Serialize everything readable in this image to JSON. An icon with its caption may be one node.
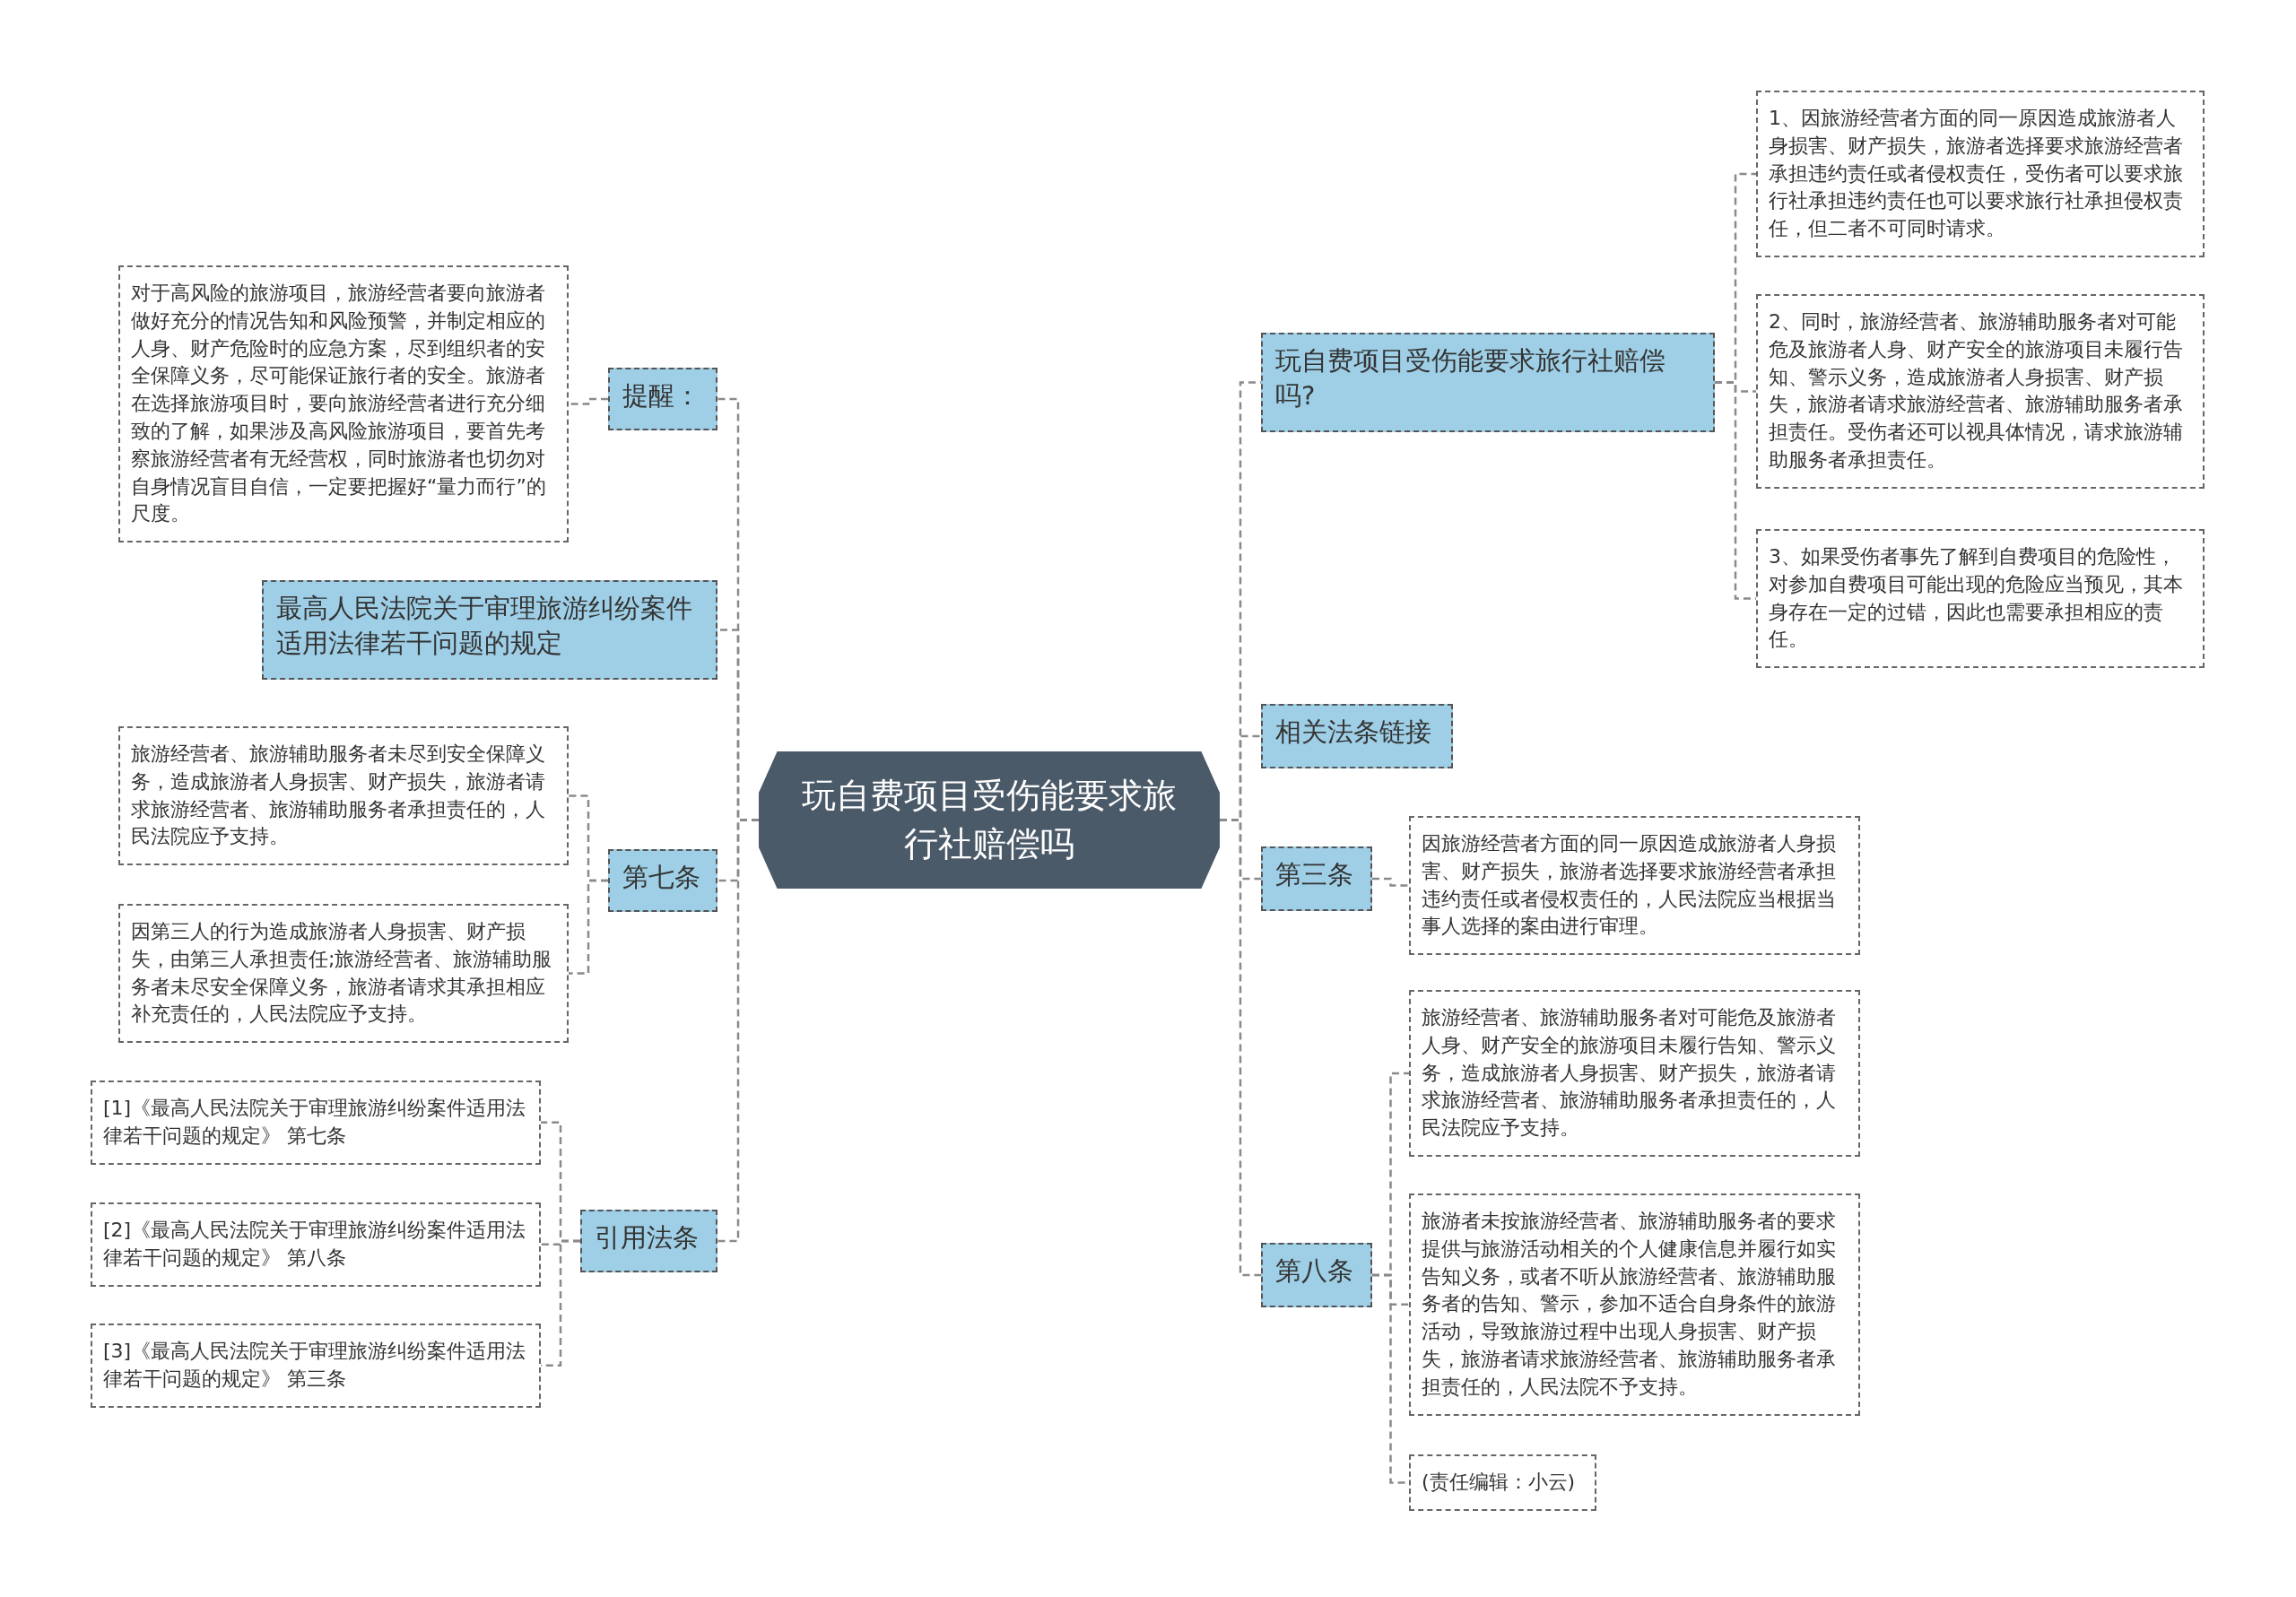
{
  "diagram": {
    "nodes": [
      {
        "text": [
          "玩自费项目受伤能要求旅行社赔偿吗"
        ]
      },
      {
        "text": [
          "提醒："
        ]
      },
      {
        "text": [
          "对于高风险的旅游项目，旅游经营者要向旅游者做好充分的情况告知和风险预警，并制定相应的人身、财产危险时的应急方案，尽到组织者的安全保障义务，尽可能保证旅行者的安全。旅游者在选择旅游项目时，要向旅游经营者进行充分细致的了解，如果涉及高风险旅游项目，要首先考察旅游经营者有无经营权，同时旅游者也切勿对自身情况盲目自信，一定要把握好“量力而行”的尺度。"
        ]
      },
      {
        "text": [
          "最高人民法院关于审理旅游纠纷案件适用法律若干问题的规定"
        ]
      },
      {
        "text": [
          "第七条"
        ]
      },
      {
        "text": [
          "旅游经营者、旅游辅助服务者未尽到安全保障义务，造成旅游者人身损害、财产损失，旅游者请求旅游经营者、旅游辅助服务者承担责任的，人民法院应予支持。"
        ]
      },
      {
        "text": [
          "因第三人的行为造成旅游者人身损害、财产损失，由第三人承担责任;旅游经营者、旅游辅助服务者未尽安全保障义务，旅游者请求其承担相应补充责任的，人民法院应予支持。"
        ]
      },
      {
        "text": [
          "引用法条"
        ]
      },
      {
        "text": [
          "[1]《最高人民法院关于审理旅游纠纷案件适用法律若干问题的规定》 第七条"
        ]
      },
      {
        "text": [
          "[2]《最高人民法院关于审理旅游纠纷案件适用法律若干问题的规定》 第八条"
        ]
      },
      {
        "text": [
          "[3]《最高人民法院关于审理旅游纠纷案件适用法律若干问题的规定》 第三条"
        ]
      },
      {
        "text": [
          "玩自费项目受伤能要求旅行社赔偿吗?"
        ]
      },
      {
        "text": [
          "1、因旅游经营者方面的同一原因造成旅游者人身损害、财产损失，旅游者选择要求旅游经营者承担违约责任或者侵权责任，受伤者可以要求旅行社承担违约责任也可以要求旅行社承担侵权责任，但二者不可同时请求。"
        ]
      },
      {
        "text": [
          "2、同时，旅游经营者、旅游辅助服务者对可能危及旅游者人身、财产安全的旅游项目未履行告知、警示义务，造成旅游者人身损害、财产损失，旅游者请求旅游经营者、旅游辅助服务者承担责任。受伤者还可以视具体情况，请求旅游辅助服务者承担责任。"
        ]
      },
      {
        "text": [
          "3、如果受伤者事先了解到自费项目的危险性，对参加自费项目可能出现的危险应当预见，其本身存在一定的过错，因此也需要承担相应的责任。"
        ]
      },
      {
        "text": [
          "相关法条链接"
        ]
      },
      {
        "text": [
          "第三条"
        ]
      },
      {
        "text": [
          "因旅游经营者方面的同一原因造成旅游者人身损害、财产损失，旅游者选择要求旅游经营者承担违约责任或者侵权责任的，人民法院应当根据当事人选择的案由进行审理。"
        ]
      },
      {
        "text": [
          "第八条"
        ]
      },
      {
        "text": [
          "旅游经营者、旅游辅助服务者对可能危及旅游者人身、财产安全的旅游项目未履行告知、警示义务，造成旅游者人身损害、财产损失，旅游者请求旅游经营者、旅游辅助服务者承担责任的，人民法院应予支持。"
        ]
      },
      {
        "text": [
          "旅游者未按旅游经营者、旅游辅助服务者的要求提供与旅游活动相关的个人健康信息并履行如实告知义务，或者不听从旅游经营者、旅游辅助服务者的告知、警示，参加不适合自身条件的旅游活动，导致旅游过程中出现人身损害、财产损失，旅游者请求旅游经营者、旅游辅助服务者承担责任的，人民法院不予支持。"
        ]
      },
      {
        "text": [
          "(责任编辑：小云)"
        ]
      }
    ],
    "edges": [
      {
        "from": 0,
        "to": 1,
        "arrow": "none"
      },
      {
        "from": 1,
        "to": 2,
        "arrow": "none"
      },
      {
        "from": 0,
        "to": 3,
        "arrow": "none"
      },
      {
        "from": 0,
        "to": 4,
        "arrow": "none"
      },
      {
        "from": 4,
        "to": 5,
        "arrow": "none"
      },
      {
        "from": 4,
        "to": 6,
        "arrow": "none"
      },
      {
        "from": 0,
        "to": 7,
        "arrow": "none"
      },
      {
        "from": 7,
        "to": 8,
        "arrow": "none"
      },
      {
        "from": 7,
        "to": 9,
        "arrow": "none"
      },
      {
        "from": 7,
        "to": 10,
        "arrow": "none"
      },
      {
        "from": 0,
        "to": 11,
        "arrow": "none"
      },
      {
        "from": 11,
        "to": 12,
        "arrow": "none"
      },
      {
        "from": 11,
        "to": 13,
        "arrow": "none"
      },
      {
        "from": 11,
        "to": 14,
        "arrow": "none"
      },
      {
        "from": 0,
        "to": 15,
        "arrow": "none"
      },
      {
        "from": 0,
        "to": 16,
        "arrow": "none"
      },
      {
        "from": 16,
        "to": 17,
        "arrow": "none"
      },
      {
        "from": 0,
        "to": 18,
        "arrow": "none"
      },
      {
        "from": 18,
        "to": 19,
        "arrow": "none"
      },
      {
        "from": 18,
        "to": 20,
        "arrow": "none"
      },
      {
        "from": 18,
        "to": 21,
        "arrow": "none"
      }
    ]
  }
}
